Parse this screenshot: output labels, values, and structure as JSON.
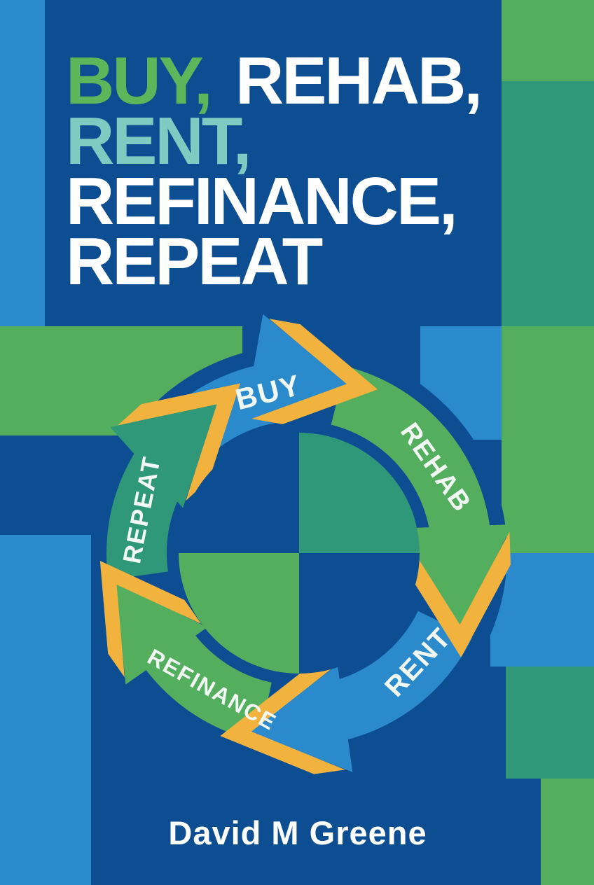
{
  "book_cover": {
    "title": {
      "word_buy": "BUY,",
      "word_rehab": "REHAB,",
      "word_rent": "RENT,",
      "word_refinance": "REFINANCE,",
      "word_repeat": "REPEAT"
    },
    "author": "David M Greene",
    "cycle": {
      "type": "cycle-diagram",
      "direction": "clockwise",
      "steps": [
        {
          "label": "BUY",
          "band_color": "#2a8acb"
        },
        {
          "label": "REHAB",
          "band_color": "#53ae5d"
        },
        {
          "label": "RENT",
          "band_color": "#2a8acb"
        },
        {
          "label": "REFINANCE",
          "band_color": "#53ae5d"
        },
        {
          "label": "REPEAT",
          "band_color": "#2f9878"
        }
      ]
    },
    "colors": {
      "dark_blue": "#0d4e92",
      "bright_blue": "#2a8acb",
      "green": "#53ae5d",
      "teal": "#2f9878",
      "light_teal": "#7fcbc1",
      "title_green": "#5cb75a",
      "gold": "#f2b23e",
      "white": "#ffffff",
      "label_white": "#f2f9f4"
    }
  }
}
